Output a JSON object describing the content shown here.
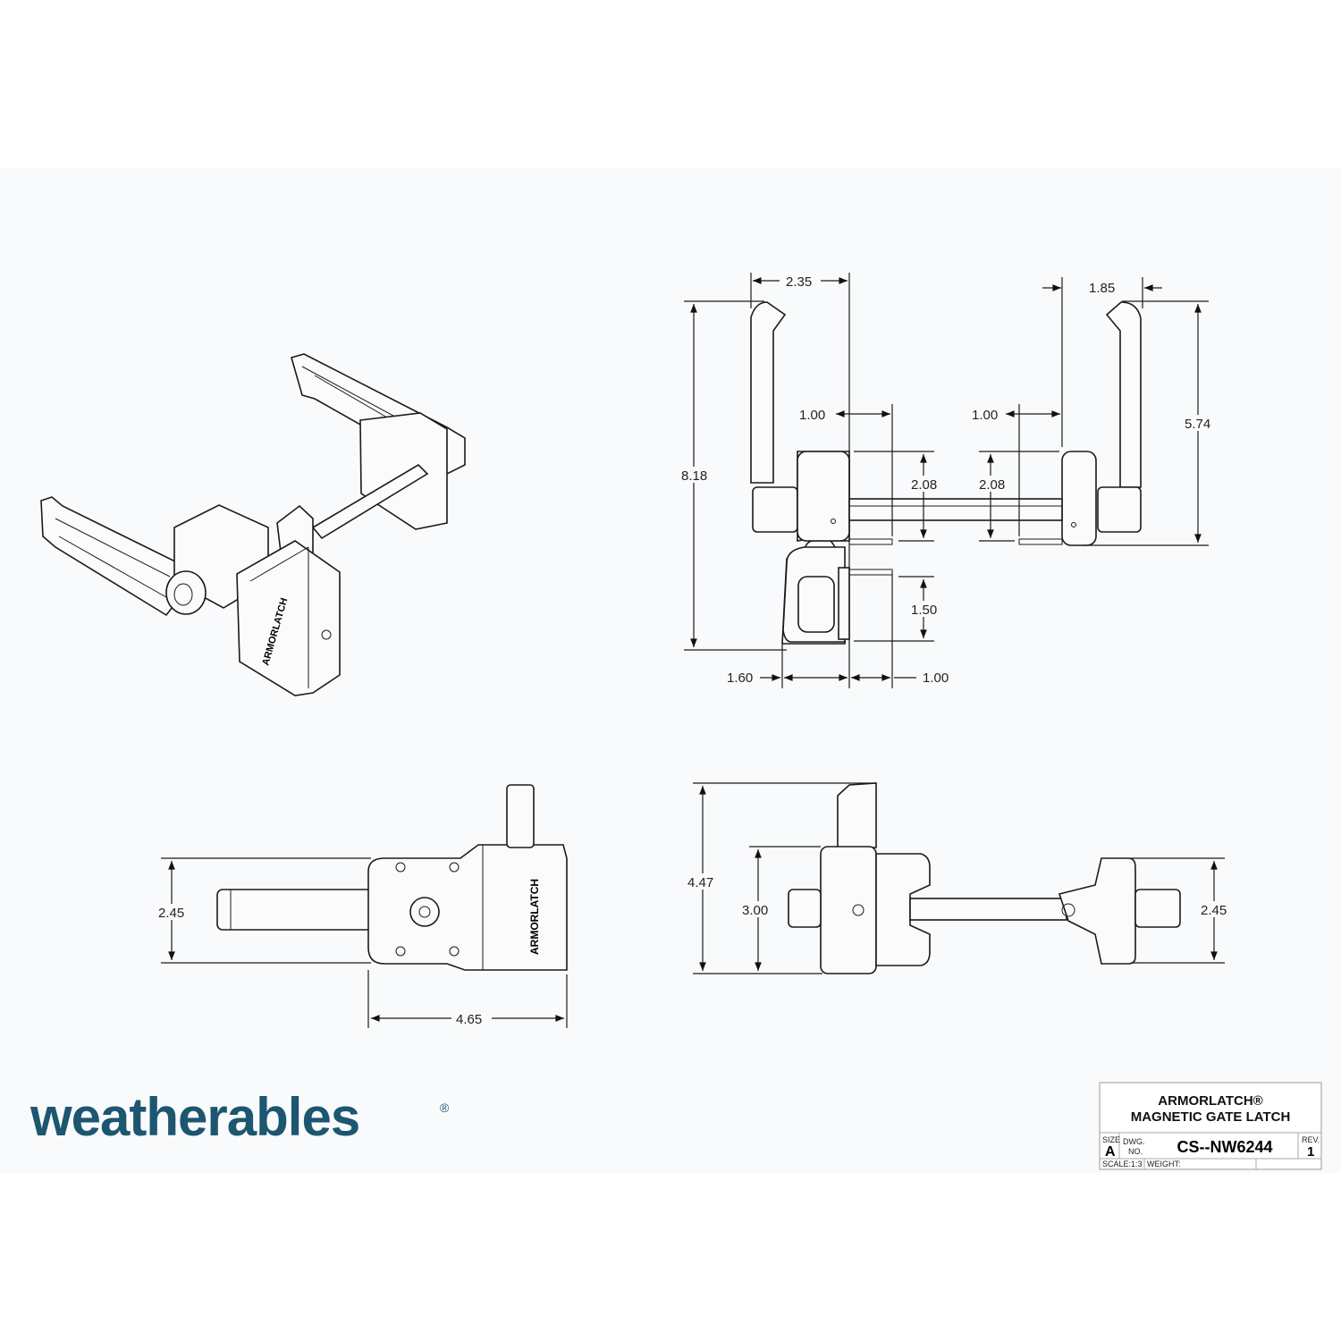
{
  "brand": {
    "logo_text": "weatherables",
    "registered_mark": "®",
    "color": "#1d5670"
  },
  "title_block": {
    "title_line1": "ARMORLATCH®",
    "title_line2": "MAGNETIC GATE LATCH",
    "size_label": "SIZE",
    "size_value": "A",
    "dwg_label_1": "DWG.",
    "dwg_label_2": "NO.",
    "dwg_no": "CS--NW6244",
    "rev_label": "REV.",
    "rev_value": "1",
    "scale": "SCALE:1:3",
    "weight": "WEIGHT:"
  },
  "product_marking": "ARMORLATCH",
  "views": {
    "top_view": {
      "dims": {
        "handle_left_offset": "2.35",
        "handle_right_offset": "1.85",
        "overall_height": "8.18",
        "handle_height": "5.74",
        "gap_left": "1.00",
        "gap_right": "1.00",
        "body_left": "2.08",
        "body_right": "2.08",
        "latch_height": "1.50",
        "base_width": "1.60",
        "latch_depth": "1.00"
      }
    },
    "side_view": {
      "dims": {
        "height": "2.45",
        "length": "4.65"
      }
    },
    "front_view": {
      "dims": {
        "overall": "4.47",
        "body": "3.00",
        "keeper": "2.45"
      }
    }
  }
}
